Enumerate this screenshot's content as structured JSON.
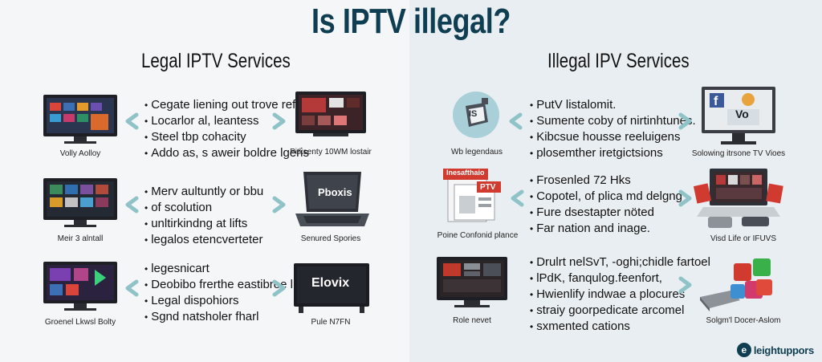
{
  "title": "Is IPTV illegal?",
  "left": {
    "heading": "Legal IPTV Services",
    "rows": [
      {
        "caption_left": "Volly Aolloy",
        "bullets": [
          "Cegate liening out trove reflore.",
          "Locarlor al, leantess",
          "Steel tbp cohacity",
          "Addo as, s aweir boldre lgeris"
        ],
        "caption_right": "Pitksenty 10WM lostair"
      },
      {
        "caption_left": "Meir 3 alntall",
        "bullets": [
          "Merv aultuntly or bbu",
          "of scolution",
          "unltirkindng at lifts",
          "legalos etencverteter"
        ],
        "screen_text": "Pboxis",
        "caption_right": "Senured Spories"
      },
      {
        "caption_left": "Groenel Lkwsl Bolty",
        "bullets": [
          "legesnicart",
          "Deobibo frerthe eastibree l.",
          "Legal dispohiors",
          "Sgnd natsholer fharl"
        ],
        "screen_text": "Elovix",
        "caption_right": "Pule N7FN"
      }
    ]
  },
  "right": {
    "heading": "Illegal IPV Services",
    "rows": [
      {
        "caption_left": "Wb legendaus",
        "icon_text": "IS",
        "bullets": [
          "PutV listalomit.",
          "Sumente coby of nirtinhtunes.",
          "Kibcsue housse reeluigens",
          "plosemther iretgictsions"
        ],
        "caption_right": "Solowing itrsone TV Vioes",
        "screen_text": "Vo"
      },
      {
        "caption_left": "Poine Confonid plance",
        "badge_text": "Inesafthaio",
        "badge_text2": "PTV",
        "bullets": [
          "Frosenled 72 Hks",
          "Copotel, of plica md delgng",
          "Fure dsestapter nöted",
          "Far nation and inage."
        ],
        "caption_right": "Visd Life or IFUVS"
      },
      {
        "caption_left": "Role nevet",
        "bullets": [
          "Drulrt nelSvT, -oghi;chidle fartoel",
          "lPdK, fanqulog.feenfort,",
          "Hwienlify indwae a plocures",
          "straiy goorpedicate arcomel",
          "sxmented cations"
        ],
        "caption_right": "Solgm'l Docer-Aslom"
      }
    ]
  },
  "footer": {
    "logo_text": "leightuppors",
    "logo_initial": "e"
  },
  "colors": {
    "title": "#0f3e52",
    "chevron": "#8fc3c8",
    "tv": "#1d1f24",
    "laptop": "#3a3d44"
  }
}
